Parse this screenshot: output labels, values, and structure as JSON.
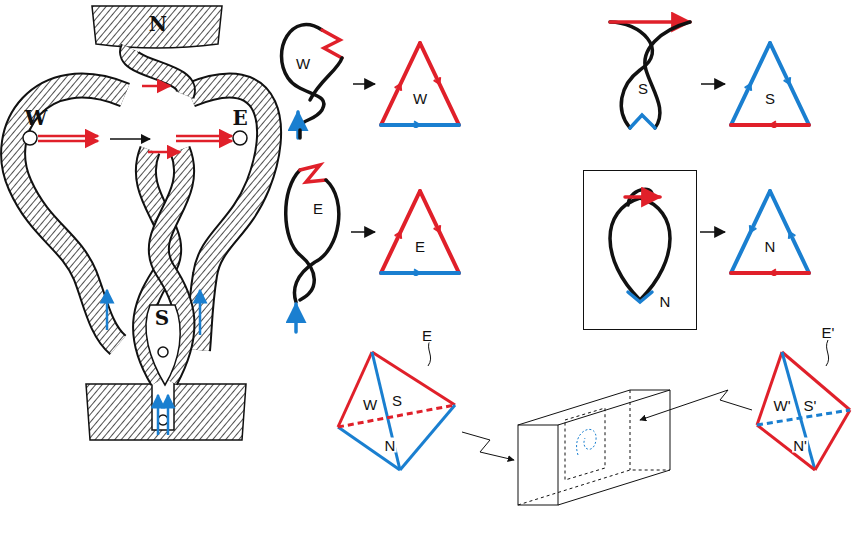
{
  "diagram": {
    "nodes": [
      {
        "text": [
          "W"
        ]
      },
      {
        "text": [
          "W"
        ]
      },
      {
        "text": [
          "S"
        ]
      },
      {
        "text": [
          "S"
        ]
      },
      {
        "text": [
          "E"
        ]
      },
      {
        "text": [
          "E"
        ]
      },
      {
        "text": [
          "N"
        ]
      },
      {
        "text": [
          "N"
        ]
      }
    ],
    "edges": [
      {
        "from": 0,
        "to": 1,
        "arrow": "to"
      },
      {
        "from": 2,
        "to": 3,
        "arrow": "to"
      },
      {
        "from": 4,
        "to": 5,
        "arrow": "to"
      },
      {
        "from": 6,
        "to": 7,
        "arrow": "to"
      }
    ],
    "labels": [
      "N",
      "W",
      "E",
      "S",
      "E",
      "W",
      "S",
      "N",
      "E'",
      "W'",
      "S'",
      "N'"
    ]
  }
}
